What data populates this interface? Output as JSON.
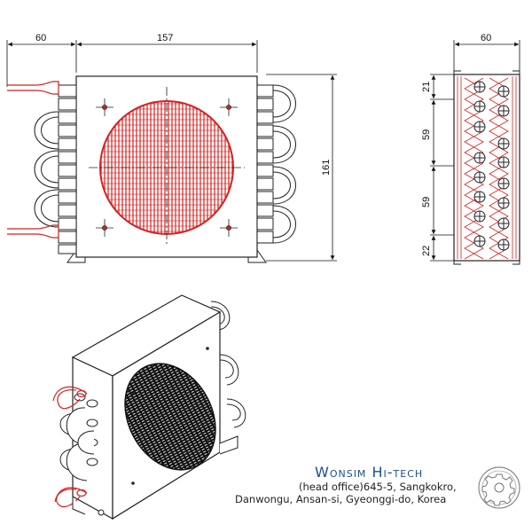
{
  "dimensions": {
    "front_left_width": "60",
    "front_body_width": "157",
    "front_height": "161",
    "side_width": "60",
    "side_top": "21",
    "side_mid1": "59",
    "side_mid2": "59",
    "side_bottom": "22"
  },
  "company": {
    "name": "Wonsim Hi-tech",
    "address_line1": "(head office)645-5,  Sangkokro,",
    "address_line2": "Danwongu, Ansan-si, Gyeonggi-do, Korea"
  },
  "colors": {
    "accent_red": "#d81f1f",
    "line": "#222222",
    "brand_blue": "#1d4f8a"
  },
  "icons": [
    "gear-logo-icon"
  ]
}
